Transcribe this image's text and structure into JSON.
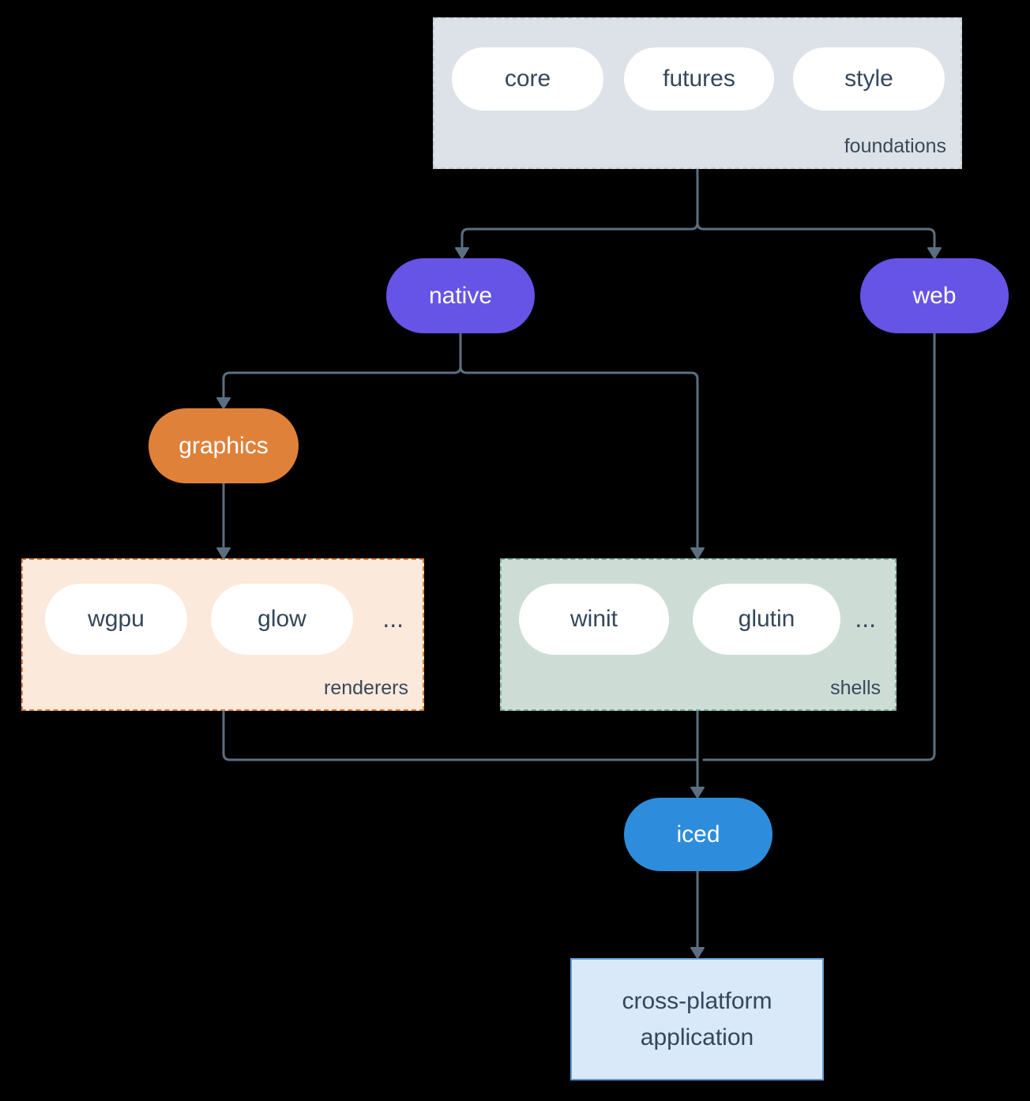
{
  "diagram": {
    "groups": {
      "foundations": {
        "label": "foundations",
        "items": [
          {
            "id": "core",
            "label": "core"
          },
          {
            "id": "futures",
            "label": "futures"
          },
          {
            "id": "style",
            "label": "style"
          }
        ]
      },
      "renderers": {
        "label": "renderers",
        "ellipsis": "...",
        "items": [
          {
            "id": "wgpu",
            "label": "wgpu"
          },
          {
            "id": "glow",
            "label": "glow"
          }
        ]
      },
      "shells": {
        "label": "shells",
        "ellipsis": "...",
        "items": [
          {
            "id": "winit",
            "label": "winit"
          },
          {
            "id": "glutin",
            "label": "glutin"
          }
        ]
      }
    },
    "nodes": {
      "native": {
        "label": "native"
      },
      "web": {
        "label": "web"
      },
      "graphics": {
        "label": "graphics"
      },
      "iced": {
        "label": "iced"
      },
      "application": {
        "label": "cross-platform application"
      }
    },
    "edges": [
      {
        "from": "foundations",
        "to": "native"
      },
      {
        "from": "foundations",
        "to": "web"
      },
      {
        "from": "native",
        "to": "graphics"
      },
      {
        "from": "native",
        "to": "shells"
      },
      {
        "from": "graphics",
        "to": "renderers"
      },
      {
        "from": "renderers",
        "to": "iced"
      },
      {
        "from": "shells",
        "to": "iced"
      },
      {
        "from": "web",
        "to": "iced"
      },
      {
        "from": "iced",
        "to": "application"
      }
    ],
    "colors": {
      "background": "#000000",
      "foundations_bg": "#dde2e8",
      "foundations_border": "#c3cad2",
      "renderers_bg": "#fbe9db",
      "renderers_border": "#df813a",
      "shells_bg": "#cdddd6",
      "shells_border": "#7db19c",
      "pill_bg": "#ffffff",
      "pill_text": "#33475c",
      "group_label": "#39485a",
      "purple": "#6554e6",
      "orange": "#e0813a",
      "blue": "#2d8ddc",
      "app_bg": "#d9e9f9",
      "app_border": "#649ad1",
      "arrow": "#5c6f80"
    }
  }
}
